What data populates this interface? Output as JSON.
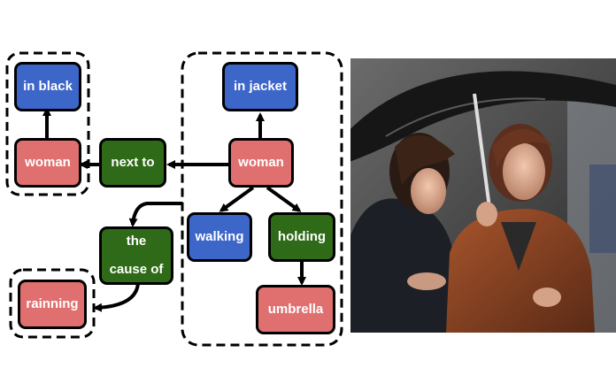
{
  "nodes": {
    "in_black": "in black",
    "woman_left": "woman",
    "next_to": "next to",
    "woman_center": "woman",
    "in_jacket": "in jacket",
    "walking": "walking",
    "holding": "holding",
    "umbrella": "umbrella",
    "the_cause_of_line1": "the",
    "the_cause_of_line2": "cause of",
    "rainning": "rainning"
  },
  "colors": {
    "object": "#e0706f",
    "attribute": "#3d66c9",
    "relation": "#2e6a17",
    "edge": "#000000"
  }
}
